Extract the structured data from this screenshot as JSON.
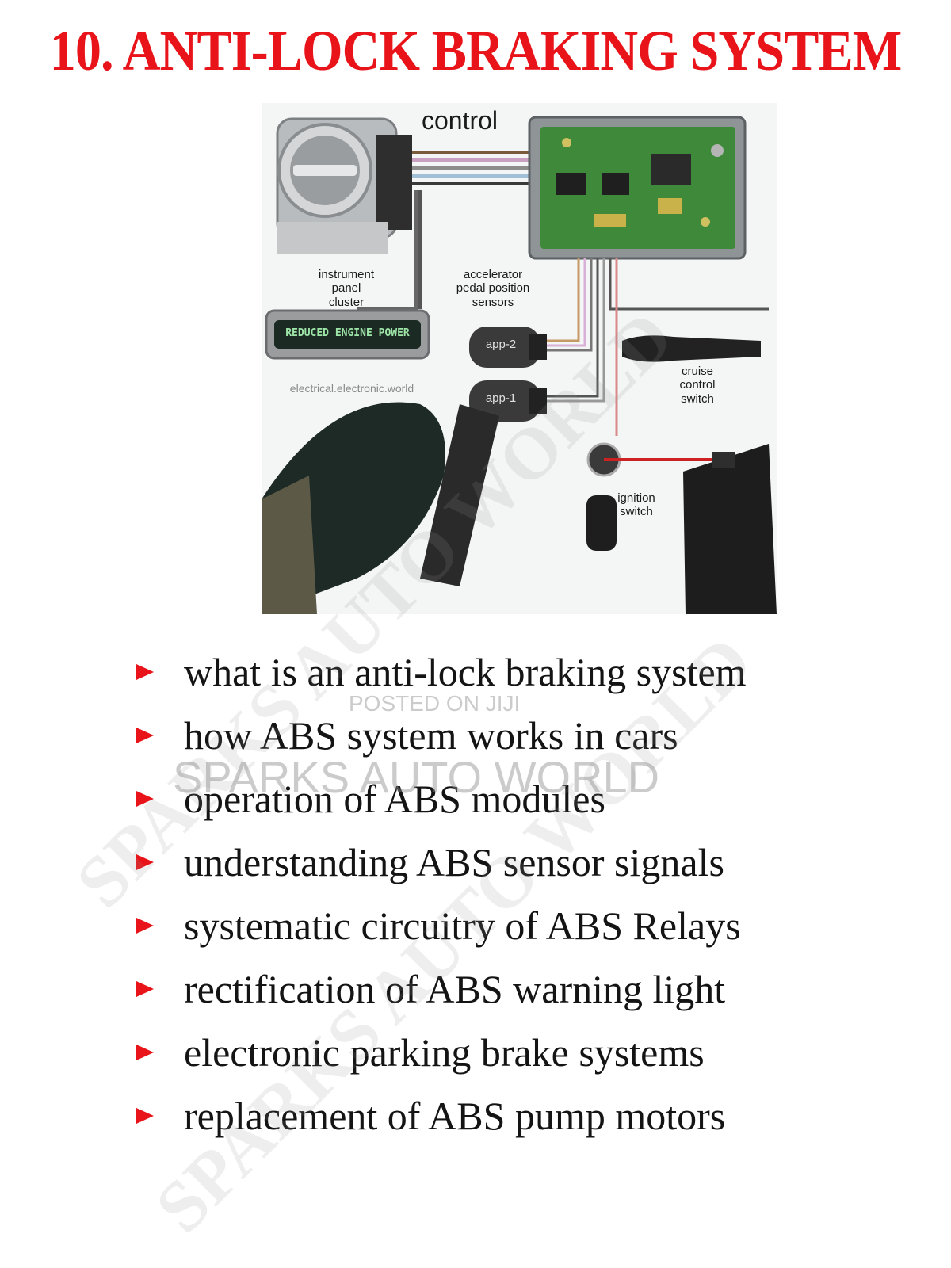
{
  "title": "10. ANTI-LOCK BRAKING SYSTEM",
  "diagram": {
    "label_control": "control",
    "label_instrument": "instrument\npanel\ncluster",
    "label_display": "REDUCED ENGINE POWER",
    "label_accelerator": "accelerator\npedal position\nsensors",
    "label_app2": "app-2",
    "label_app1": "app-1",
    "label_website": "electrical.electronic.world",
    "label_cruise": "cruise\ncontrol\nswitch",
    "label_ignition": "ignition\nswitch"
  },
  "bullets": [
    "what is an anti-lock braking system",
    "how ABS system works in cars",
    "operation of ABS modules",
    "understanding ABS sensor signals",
    "systematic circuitry of ABS Relays",
    "rectification of ABS warning light",
    "electronic parking brake systems",
    "replacement of ABS pump motors"
  ],
  "watermarks": {
    "diagonal": "SPARKS AUTO WORLD",
    "posted": "POSTED ON JIJI",
    "horizontal": "SPARKS AUTO WORLD"
  },
  "colors": {
    "title_red": "#e8141a",
    "bullet_arrow": "#e8141a",
    "text": "#141414",
    "pcb_green": "#3f8a3a"
  }
}
